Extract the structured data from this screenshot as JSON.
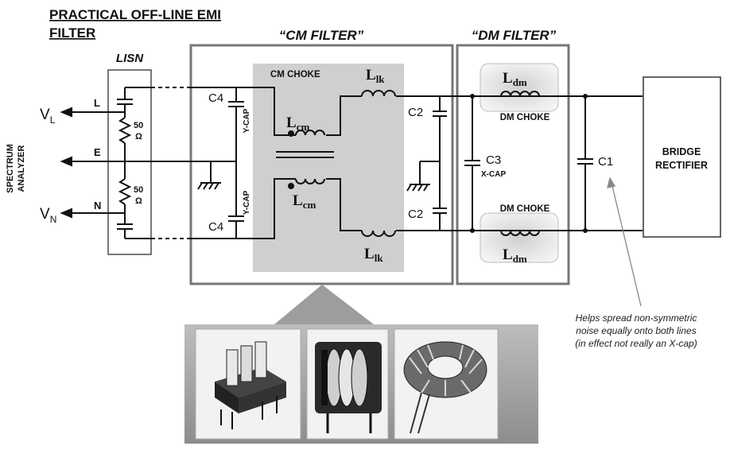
{
  "title_line1": "PRACTICAL OFF-LINE EMI",
  "title_line2": "FILTER",
  "side_label_1": "SPECTRUM",
  "side_label_2": "ANALYZER",
  "blocks": {
    "lisn": "LISN",
    "cm_filter": "“CM FILTER”",
    "dm_filter": "“DM FILTER”",
    "bridge_line1": "BRIDGE",
    "bridge_line2": "RECTIFIER"
  },
  "terminals": {
    "vl_main": "V",
    "vl_sub": "L",
    "vn_main": "V",
    "vn_sub": "N",
    "line": "L",
    "earth": "E",
    "neutral": "N"
  },
  "lisn_resistors": {
    "value": "50",
    "unit": "Ω"
  },
  "components": {
    "c4": "C4",
    "ycap": "Y-CAP",
    "cm_choke": "CM CHOKE",
    "l_main": "L",
    "l_cm_sub": "cm",
    "l_lk_sub": "lk",
    "l_dm_sub": "dm",
    "c2": "C2",
    "c3": "C3",
    "xcap": "X-CAP",
    "dm_choke": "DM CHOKE",
    "c1": "C1"
  },
  "note": [
    "Helps spread non-symmetric",
    "noise equally onto both lines",
    "(in effect not really an X-cap)"
  ]
}
